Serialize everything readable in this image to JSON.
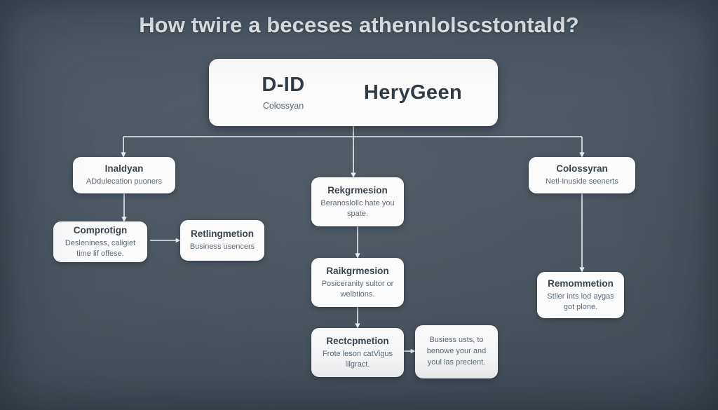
{
  "page": {
    "title": "How twire a beceses athennlolscstontald?",
    "background_color": "#4a5763",
    "card_color": "#fbfbfc",
    "title_color": "#f2f5f7",
    "node_title_color": "#39444f",
    "node_sub_color": "#5d6b78",
    "connector_color": "#e8ecef"
  },
  "root": {
    "left_name": "D-ID",
    "left_sub": "Colossyan",
    "right_name": "HeryGeen"
  },
  "branches": {
    "left": {
      "head": {
        "title": "Inaldyan",
        "sub": "ADdulecation puoners"
      },
      "children": [
        {
          "title": "Comprotign",
          "sub": "Desleniness, caligiet time lif offese."
        },
        {
          "title": "Retlingmetion",
          "sub": "Business usencers"
        }
      ]
    },
    "center": {
      "chain": [
        {
          "title": "Rekgrmesion",
          "sub": "Beranoslollc hate you spate."
        },
        {
          "title": "Raikgrmesion",
          "sub": "Posiceranity sultor or welbtions."
        },
        {
          "title": "Rectcpmetion",
          "sub": "Frote leson catVigus lilgract."
        }
      ],
      "note": {
        "sub": "Busiess usts, to benowe your and youl las precient."
      }
    },
    "right": {
      "head": {
        "title": "Colossyran",
        "sub": "Netl-Inuside seenerts"
      },
      "child": {
        "title": "Remommetion",
        "sub": "Stller ints lod aygas got plone."
      }
    }
  }
}
